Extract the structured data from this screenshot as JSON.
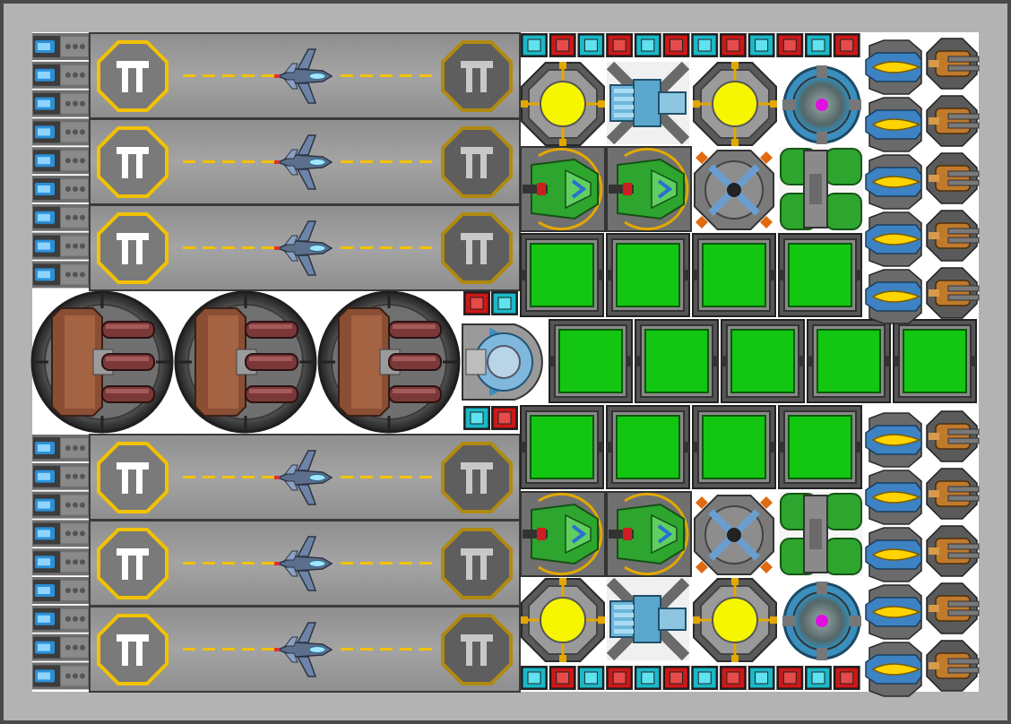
{
  "scene": {
    "kind": "spaceship-module-layout",
    "frame_color": "#b3b3b3",
    "background_color": "#ffffff"
  },
  "counts": {
    "hangar_bays": 6,
    "fighters": 6,
    "launch_tubes": 18,
    "triple_cannon_turrets": 3,
    "green_storage_cargo_modules": 13,
    "missile_launchers": 10,
    "autocannon_turrets": 10,
    "reactors": 4,
    "railguns": 2,
    "shield_generators": 2,
    "plasma_turrets": 4,
    "sensor_arrays": 2,
    "green_tank_modules": 2,
    "armor_strip_tiles": 24,
    "command_bridge": 1
  },
  "colors": {
    "hull": "#8c8c8c",
    "bay_floor": "#9a9a9a",
    "bay_marking": "#f2c200",
    "runway_dash": "#f2c200",
    "cargo_green": "#12c612",
    "reactor_core": "#f6f600",
    "armor_red": "#cc1818",
    "armor_cyan": "#1bb8c8",
    "shield_magenta": "#e010e0",
    "plasma_green": "#2ea52e",
    "launcher_blue": "#2a90d8",
    "turret_brown": "#8a4e34",
    "autocannon_bronze": "#c07a2c",
    "missile_yellow": "#ffd400"
  },
  "icons": [
    "hangar-pad-icon",
    "fighter-ship-icon",
    "launch-tube-icon",
    "triple-cannon-icon",
    "bridge-icon",
    "reactor-icon",
    "railgun-icon",
    "shield-generator-icon",
    "plasma-turret-icon",
    "sensor-array-icon",
    "tank-icon",
    "cargo-icon",
    "missile-launcher-icon",
    "autocannon-icon",
    "armor-tile-icon"
  ]
}
